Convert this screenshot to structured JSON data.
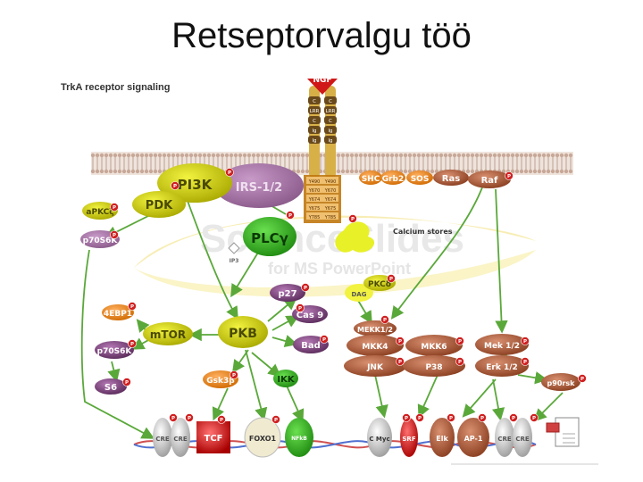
{
  "slide": {
    "title": "Retseptorvalgu töö",
    "subtitle": "TrkA receptor signaling"
  },
  "watermark": {
    "line1": "ScienceSlides",
    "line2": "for MS PowerPoint"
  },
  "receptor": {
    "ligand": "NGF",
    "domains": [
      "C",
      "LRR",
      "C",
      "Ig",
      "Ig"
    ],
    "phospho": [
      "Y490",
      "Y670",
      "Y674",
      "Y675",
      "Y785"
    ]
  },
  "nodes": {
    "pi3k": "PI3K",
    "irs": "IRS-1/2",
    "pdk": "PDK",
    "apkc": "aPKCζ",
    "p70_top": "p70S6K",
    "shc": "SHC",
    "grb2": "Grb2",
    "sos": "SOS",
    "ras": "Ras",
    "raf": "Raf",
    "plc": "PLCγ",
    "calcium": "Calcium stores",
    "ip3": "IP3",
    "dag": "DAG",
    "pkcd": "PKCδ",
    "p27": "p27",
    "cas9": "Cas 9",
    "bad": "Bad",
    "pkb": "PKB",
    "mtor": "mTOR",
    "ebp": "4EBP1",
    "p70_mid": "p70S6K",
    "s6": "S6",
    "gsk": "Gsk3β",
    "ikk": "IKK",
    "mekk": "MEKK1/2",
    "mkk4": "MKK4",
    "mkk6": "MKK6",
    "jnk": "JNK",
    "p38": "P38",
    "mek": "Mek 1/2",
    "erk": "Erk 1/2",
    "p90": "p90rsk"
  },
  "dna": {
    "cre1": "CRE",
    "cre2": "CRE",
    "tcf": "TCF",
    "foxo": "FOXO1",
    "nfkb": "NFkB",
    "cmyc": "C Myc",
    "srf": "SRF",
    "elk": "Elk",
    "ap1": "AP-1",
    "cre3": "CRE",
    "cre4": "CRE"
  },
  "colors": {
    "arrow": "#5aa83a",
    "purple": "#7a3b7a",
    "orange": "#e07a12",
    "olive": "#c8c800",
    "brown": "#a0522d",
    "red": "#d01818",
    "membrane": "#c8a898"
  },
  "icons": [
    "phospho-p-icon",
    "document-icon"
  ]
}
